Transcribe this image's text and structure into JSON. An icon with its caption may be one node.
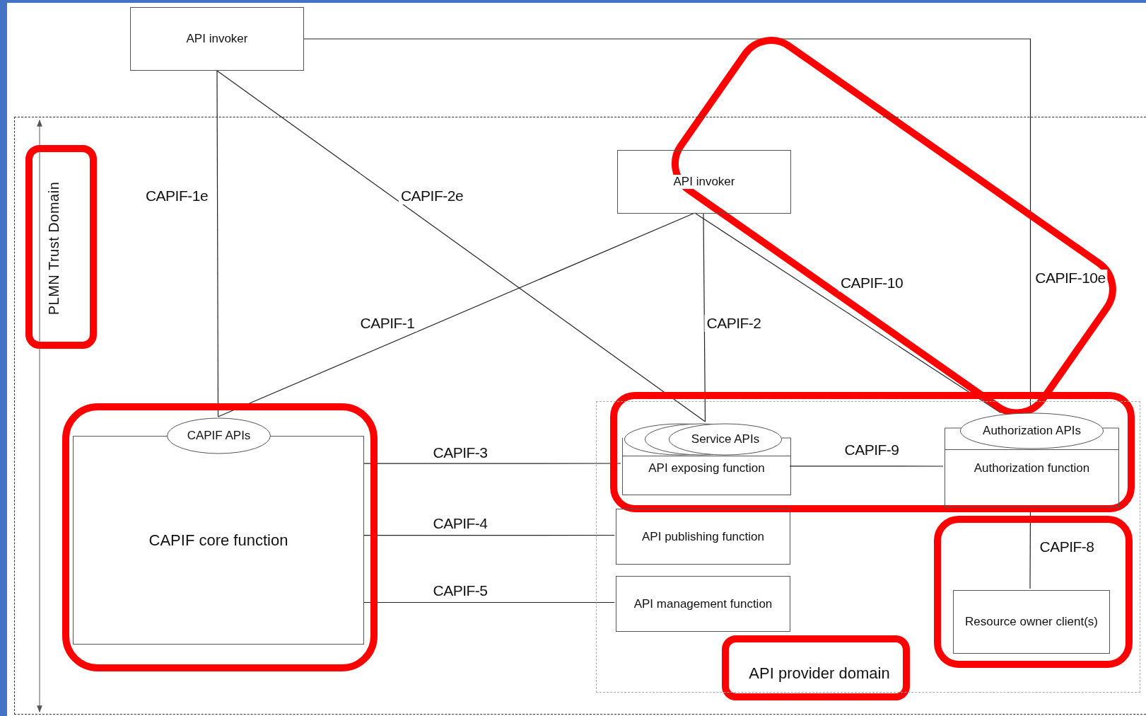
{
  "diagram": {
    "nodes": [
      {
        "text": [
          "PLMN Trust Domain"
        ]
      },
      {
        "text": [
          "API invoker"
        ]
      },
      {
        "text": [
          "API invoker"
        ],
        "in": 0
      },
      {
        "text": [
          "CAPIF core function"
        ],
        "in": 0
      },
      {
        "text": [
          "CAPIF APIs"
        ],
        "in": 0
      },
      {
        "text": [
          "API provider domain"
        ],
        "in": 0
      },
      {
        "text": [
          "API exposing function"
        ],
        "in": 5
      },
      {
        "text": [
          "Service APIs"
        ],
        "in": 5
      },
      {
        "text": [
          "Authorization function"
        ],
        "in": 5
      },
      {
        "text": [
          "Authorization APIs"
        ],
        "in": 5
      },
      {
        "text": [
          "API publishing function"
        ],
        "in": 5
      },
      {
        "text": [
          "API management function"
        ],
        "in": 5
      },
      {
        "text": [
          "Resource owner client(s)"
        ],
        "in": 5
      }
    ],
    "edges": [
      {
        "from": 1,
        "to": 4,
        "arrow": "none",
        "label": "CAPIF-1e"
      },
      {
        "from": 1,
        "to": 7,
        "arrow": "none",
        "label": "CAPIF-2e"
      },
      {
        "from": 1,
        "to": 9,
        "arrow": "none",
        "label": "CAPIF-10e"
      },
      {
        "from": 2,
        "to": 4,
        "arrow": "none",
        "label": "CAPIF-1"
      },
      {
        "from": 2,
        "to": 7,
        "arrow": "none",
        "label": "CAPIF-2"
      },
      {
        "from": 2,
        "to": 9,
        "arrow": "none",
        "label": "CAPIF-10"
      },
      {
        "from": 3,
        "to": 6,
        "arrow": "none",
        "label": "CAPIF-3"
      },
      {
        "from": 3,
        "to": 10,
        "arrow": "none",
        "label": "CAPIF-4"
      },
      {
        "from": 3,
        "to": 11,
        "arrow": "none",
        "label": "CAPIF-5"
      },
      {
        "from": 6,
        "to": 8,
        "arrow": "none",
        "label": "CAPIF-9"
      },
      {
        "from": 8,
        "to": 12,
        "arrow": "none",
        "label": "CAPIF-8"
      }
    ]
  }
}
